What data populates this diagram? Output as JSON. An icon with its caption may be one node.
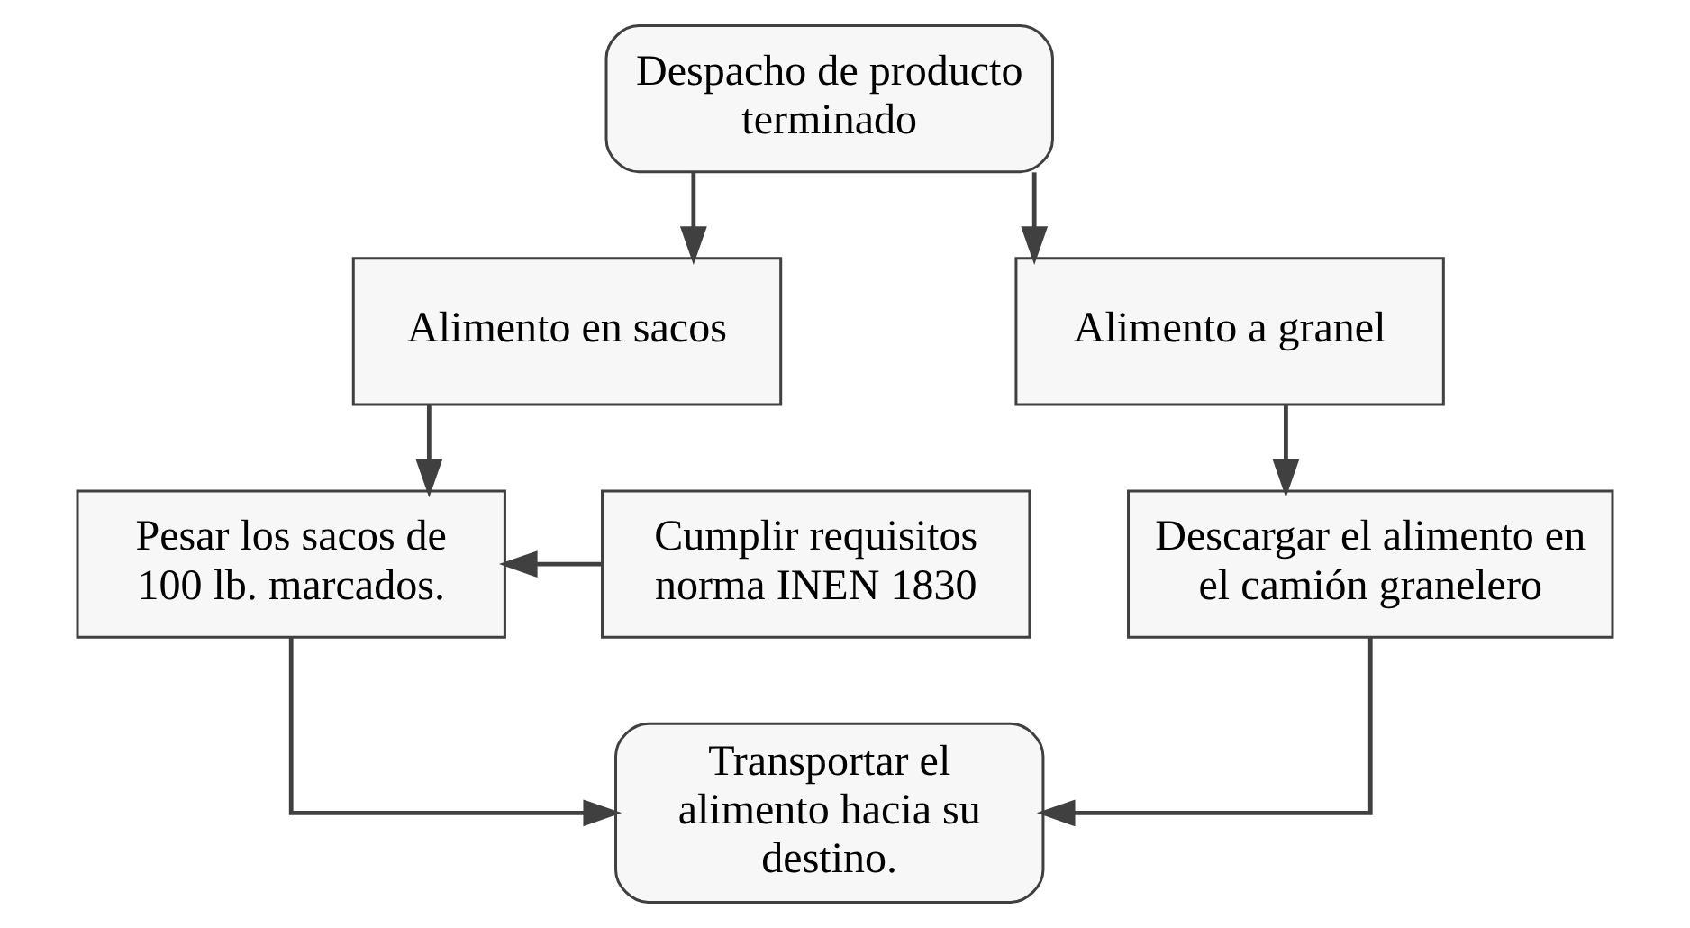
{
  "diagram": {
    "nodes": [
      {
        "text": [
          "Despacho de producto terminado"
        ]
      },
      {
        "text": [
          "Alimento en sacos"
        ]
      },
      {
        "text": [
          "Alimento a granel"
        ]
      },
      {
        "text": [
          "Cumplir requisitos norma INEN 1830"
        ]
      },
      {
        "text": [
          "Pesar los sacos de 100 lb. marcados."
        ]
      },
      {
        "text": [
          "Descargar el alimento en el camión granelero"
        ]
      },
      {
        "text": [
          "Transportar el alimento hacia su destino."
        ]
      }
    ],
    "edges": [
      {
        "from": 0,
        "to": 1,
        "arrow": "to"
      },
      {
        "from": 0,
        "to": 2,
        "arrow": "to"
      },
      {
        "from": 1,
        "to": 4,
        "arrow": "to"
      },
      {
        "from": 2,
        "to": 5,
        "arrow": "to"
      },
      {
        "from": 3,
        "to": 4,
        "arrow": "to"
      },
      {
        "from": 4,
        "to": 6,
        "arrow": "to"
      },
      {
        "from": 5,
        "to": 6,
        "arrow": "to"
      }
    ]
  }
}
